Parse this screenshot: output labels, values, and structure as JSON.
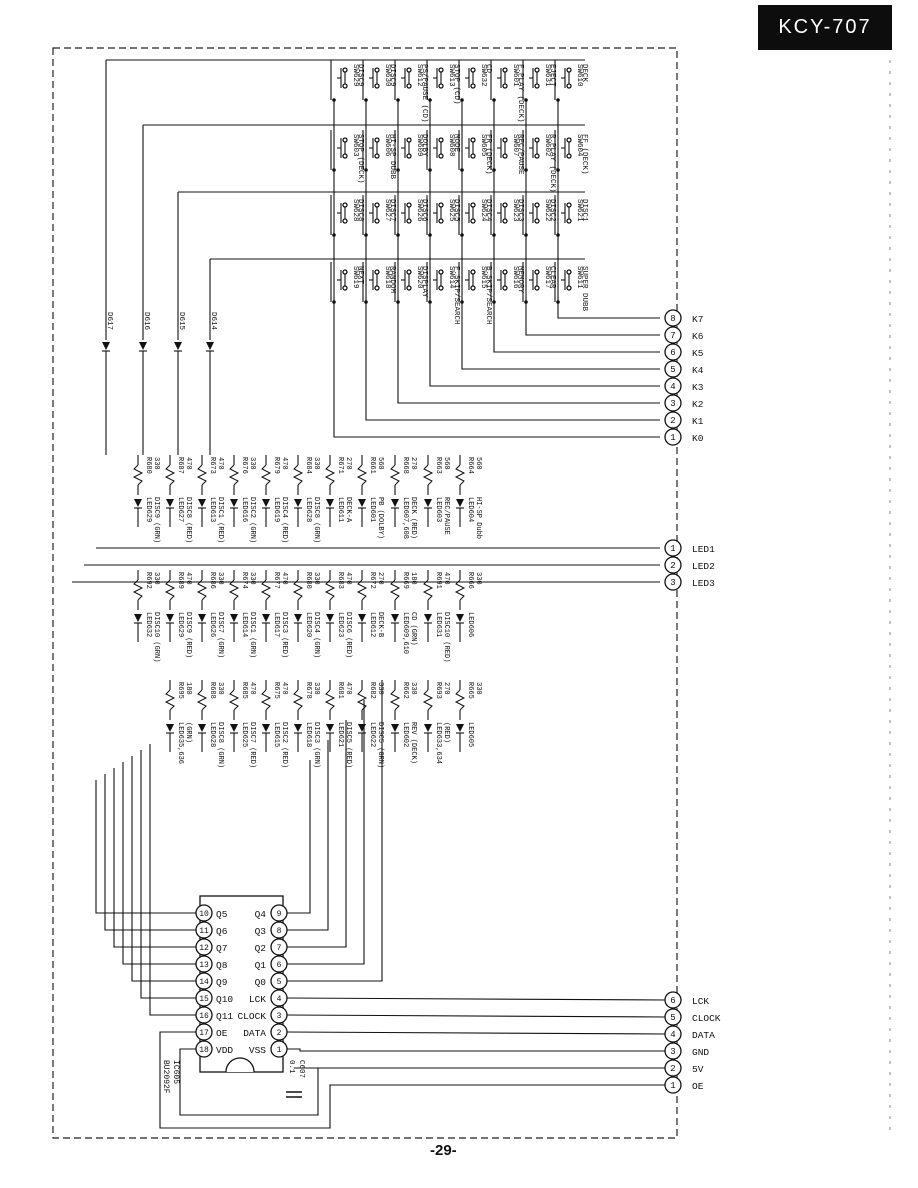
{
  "header": {
    "model": "KCY-707"
  },
  "footer": {
    "page_number": "-29-"
  },
  "switch_rows": [
    [
      {
        "ref": "SW610",
        "name": "DECK"
      },
      {
        "ref": "SW631",
        "name": "EJECT"
      },
      {
        "ref": "SW601",
        "name": "F.PLAY (DECK)"
      },
      {
        "ref": "SW632",
        "name": "CD"
      },
      {
        "ref": "SW613",
        "name": "STOP (CD)"
      },
      {
        "ref": "SW612",
        "name": "PS/PAUSE (CD)"
      },
      {
        "ref": "SW630",
        "name": "DISC9"
      },
      {
        "ref": "SW629",
        "name": "DISC9"
      }
    ],
    [
      {
        "ref": "SW604",
        "name": "FF (DECK)"
      },
      {
        "ref": "SW602",
        "name": "R.PLAY (DECK)"
      },
      {
        "ref": "SW607",
        "name": "REC/PAUSE"
      },
      {
        "ref": "SW605",
        "name": "FR (DECK)"
      },
      {
        "ref": "SW608",
        "name": "MODE"
      },
      {
        "ref": "SW609",
        "name": "DOLBY"
      },
      {
        "ref": "SW606",
        "name": "HI-SP DUBB"
      },
      {
        "ref": "SW603",
        "name": "STOP (DECK)"
      }
    ],
    [
      {
        "ref": "SW621",
        "name": "DISC1"
      },
      {
        "ref": "SW622",
        "name": "DISC2"
      },
      {
        "ref": "SW623",
        "name": "DISC3"
      },
      {
        "ref": "SW624",
        "name": "DISC4"
      },
      {
        "ref": "SW625",
        "name": "DISC5"
      },
      {
        "ref": "SW626",
        "name": "DISC6"
      },
      {
        "ref": "SW627",
        "name": "DISC7"
      },
      {
        "ref": "SW628",
        "name": "DISC8"
      }
    ],
    [
      {
        "ref": "SW611",
        "name": "SUPER DUBB"
      },
      {
        "ref": "SW617",
        "name": "CLEAR"
      },
      {
        "ref": "SW616",
        "name": "MEMORY"
      },
      {
        "ref": "SW615",
        "name": "B.SKIP/SEARCH"
      },
      {
        "ref": "SW614",
        "name": "F.SKIP/SEARCH"
      },
      {
        "ref": "SW620",
        "name": "DISPLAY"
      },
      {
        "ref": "SW618",
        "name": "RANDOM"
      },
      {
        "ref": "SW619",
        "name": "NEXT"
      }
    ]
  ],
  "diodes": [
    "D617",
    "D616",
    "D615",
    "D614"
  ],
  "key_connector": [
    {
      "pin": "8",
      "label": "K7"
    },
    {
      "pin": "7",
      "label": "K6"
    },
    {
      "pin": "6",
      "label": "K5"
    },
    {
      "pin": "5",
      "label": "K4"
    },
    {
      "pin": "4",
      "label": "K3"
    },
    {
      "pin": "3",
      "label": "K2"
    },
    {
      "pin": "2",
      "label": "K1"
    },
    {
      "pin": "1",
      "label": "K0"
    }
  ],
  "led_connector": [
    {
      "pin": "1",
      "label": "LED1"
    },
    {
      "pin": "2",
      "label": "LED2"
    },
    {
      "pin": "3",
      "label": "LED3"
    }
  ],
  "led_rows": [
    [
      {
        "r": "R664",
        "v": "560",
        "led": "LED604",
        "name": "HI-SP Dubb"
      },
      {
        "r": "R663",
        "v": "560",
        "led": "LED603",
        "name": "REC/PAUSE"
      },
      {
        "r": "R668",
        "v": "270",
        "led": "LED607,608",
        "name": "DECK (RED)"
      },
      {
        "r": "R661",
        "v": "560",
        "led": "LED601",
        "name": "PB (DOLBY)"
      },
      {
        "r": "R671",
        "v": "270",
        "led": "LED611",
        "name": "DECK-A"
      },
      {
        "r": "R684",
        "v": "330",
        "led": "LED628",
        "name": "DISC8 (GRN)"
      },
      {
        "r": "R679",
        "v": "470",
        "led": "LED619",
        "name": "DISC4 (RED)"
      },
      {
        "r": "R676",
        "v": "330",
        "led": "LED616",
        "name": "DISC2 (GRN)"
      },
      {
        "r": "R673",
        "v": "470",
        "led": "LED613",
        "name": "DISC1 (RED)"
      },
      {
        "r": "R687",
        "v": "470",
        "led": "LED627",
        "name": "DISC8 (RED)"
      },
      {
        "r": "R680",
        "v": "330",
        "led": "LED629",
        "name": "DISC9 (GRN)"
      }
    ],
    [
      {
        "r": "R666",
        "v": "330",
        "led": "LED606",
        "name": ""
      },
      {
        "r": "R691",
        "v": "470",
        "led": "LED631",
        "name": "DISC10 (RED)"
      },
      {
        "r": "R669",
        "v": "180",
        "led": "LED609,610",
        "name": "CD (GRN)"
      },
      {
        "r": "R672",
        "v": "270",
        "led": "LED612",
        "name": "DECK-B"
      },
      {
        "r": "R683",
        "v": "470",
        "led": "LED623",
        "name": "DISC6 (RED)"
      },
      {
        "r": "R680",
        "v": "330",
        "led": "LED620",
        "name": "DISC4 (GRN)"
      },
      {
        "r": "R677",
        "v": "470",
        "led": "LED617",
        "name": "DISC3 (RED)"
      },
      {
        "r": "R674",
        "v": "330",
        "led": "LED614",
        "name": "DISC1 (GRN)"
      },
      {
        "r": "R686",
        "v": "330",
        "led": "LED626",
        "name": "DISC7 (GRN)"
      },
      {
        "r": "R689",
        "v": "470",
        "led": "LED629",
        "name": "DISC9 (RED)"
      },
      {
        "r": "R692",
        "v": "330",
        "led": "LED632",
        "name": "DISC10 (GRN)"
      }
    ],
    [
      {
        "r": "R665",
        "v": "330",
        "led": "LED605",
        "name": ""
      },
      {
        "r": "R693",
        "v": "270",
        "led": "LED633,634",
        "name": "(RED)"
      },
      {
        "r": "R662",
        "v": "330",
        "led": "LED602",
        "name": "REV (DECK)"
      },
      {
        "r": "R682",
        "v": "330",
        "led": "LED622",
        "name": "DISC5 (GRN)"
      },
      {
        "r": "R681",
        "v": "470",
        "led": "LED621",
        "name": "DISC5 (RED)"
      },
      {
        "r": "R678",
        "v": "330",
        "led": "LED618",
        "name": "DISC3 (GRN)"
      },
      {
        "r": "R675",
        "v": "470",
        "led": "LED615",
        "name": "DISC2 (RED)"
      },
      {
        "r": "R685",
        "v": "470",
        "led": "LED625",
        "name": "DISC7 (RED)"
      },
      {
        "r": "R688",
        "v": "330",
        "led": "LED628",
        "name": "DISC8 (GRN)"
      },
      {
        "r": "R695",
        "v": "180",
        "led": "LED635,636",
        "name": "(GRN)"
      }
    ]
  ],
  "ic": {
    "ref": "IC605",
    "part": "BU2092F",
    "left_pins": [
      {
        "n": "10",
        "l": "Q5"
      },
      {
        "n": "11",
        "l": "Q6"
      },
      {
        "n": "12",
        "l": "Q7"
      },
      {
        "n": "13",
        "l": "Q8"
      },
      {
        "n": "14",
        "l": "Q9"
      },
      {
        "n": "15",
        "l": "Q10"
      },
      {
        "n": "16",
        "l": "Q11"
      },
      {
        "n": "17",
        "l": "OE"
      },
      {
        "n": "18",
        "l": "VDD"
      }
    ],
    "right_pins": [
      {
        "n": "9",
        "l": "Q4"
      },
      {
        "n": "8",
        "l": "Q3"
      },
      {
        "n": "7",
        "l": "Q2"
      },
      {
        "n": "6",
        "l": "Q1"
      },
      {
        "n": "5",
        "l": "Q0"
      },
      {
        "n": "4",
        "l": "LCK"
      },
      {
        "n": "3",
        "l": "CLOCK"
      },
      {
        "n": "2",
        "l": "DATA"
      },
      {
        "n": "1",
        "l": "VSS"
      }
    ]
  },
  "capacitor": {
    "ref": "C607",
    "value": "0.1"
  },
  "main_connector": [
    {
      "pin": "6",
      "label": "LCK"
    },
    {
      "pin": "5",
      "label": "CLOCK"
    },
    {
      "pin": "4",
      "label": "DATA"
    },
    {
      "pin": "3",
      "label": "GND"
    },
    {
      "pin": "2",
      "label": "5V"
    },
    {
      "pin": "1",
      "label": "OE"
    }
  ]
}
